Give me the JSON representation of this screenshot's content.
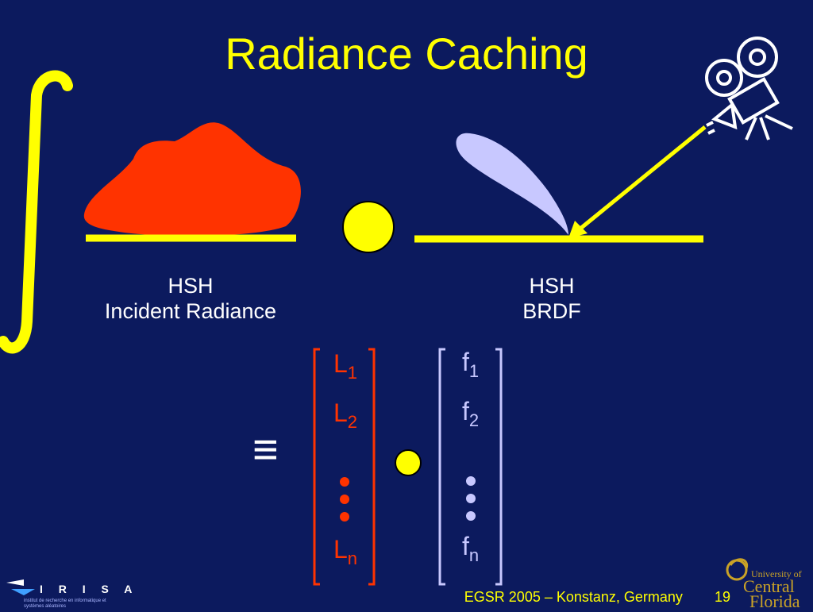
{
  "slide": {
    "title": "Radiance Caching",
    "left_caption": {
      "line1": "HSH",
      "line2": "Incident Radiance"
    },
    "right_caption": {
      "line1": "HSH",
      "line2": "BRDF"
    },
    "equiv_symbol": "≡",
    "left_vector": {
      "base": "L",
      "subscripts": [
        "1",
        "2",
        "n"
      ]
    },
    "right_vector": {
      "base": "f",
      "subscripts": [
        "1",
        "2",
        "n"
      ]
    },
    "colors": {
      "background": "#0c1a5e",
      "accent": "#ffff00",
      "radiance": "#ff3300",
      "brdf": "#c8c8ff"
    }
  },
  "footer": {
    "event": "EGSR 2005 – Konstanz, Germany",
    "page": "19"
  },
  "logos": {
    "irisa_name": "I R I S A",
    "irisa_subtitle": "institut de recherche en informatique et systèmes aléatoires",
    "ucf_line1": "University of",
    "ucf_line2": "Central",
    "ucf_line3": "Florida"
  }
}
